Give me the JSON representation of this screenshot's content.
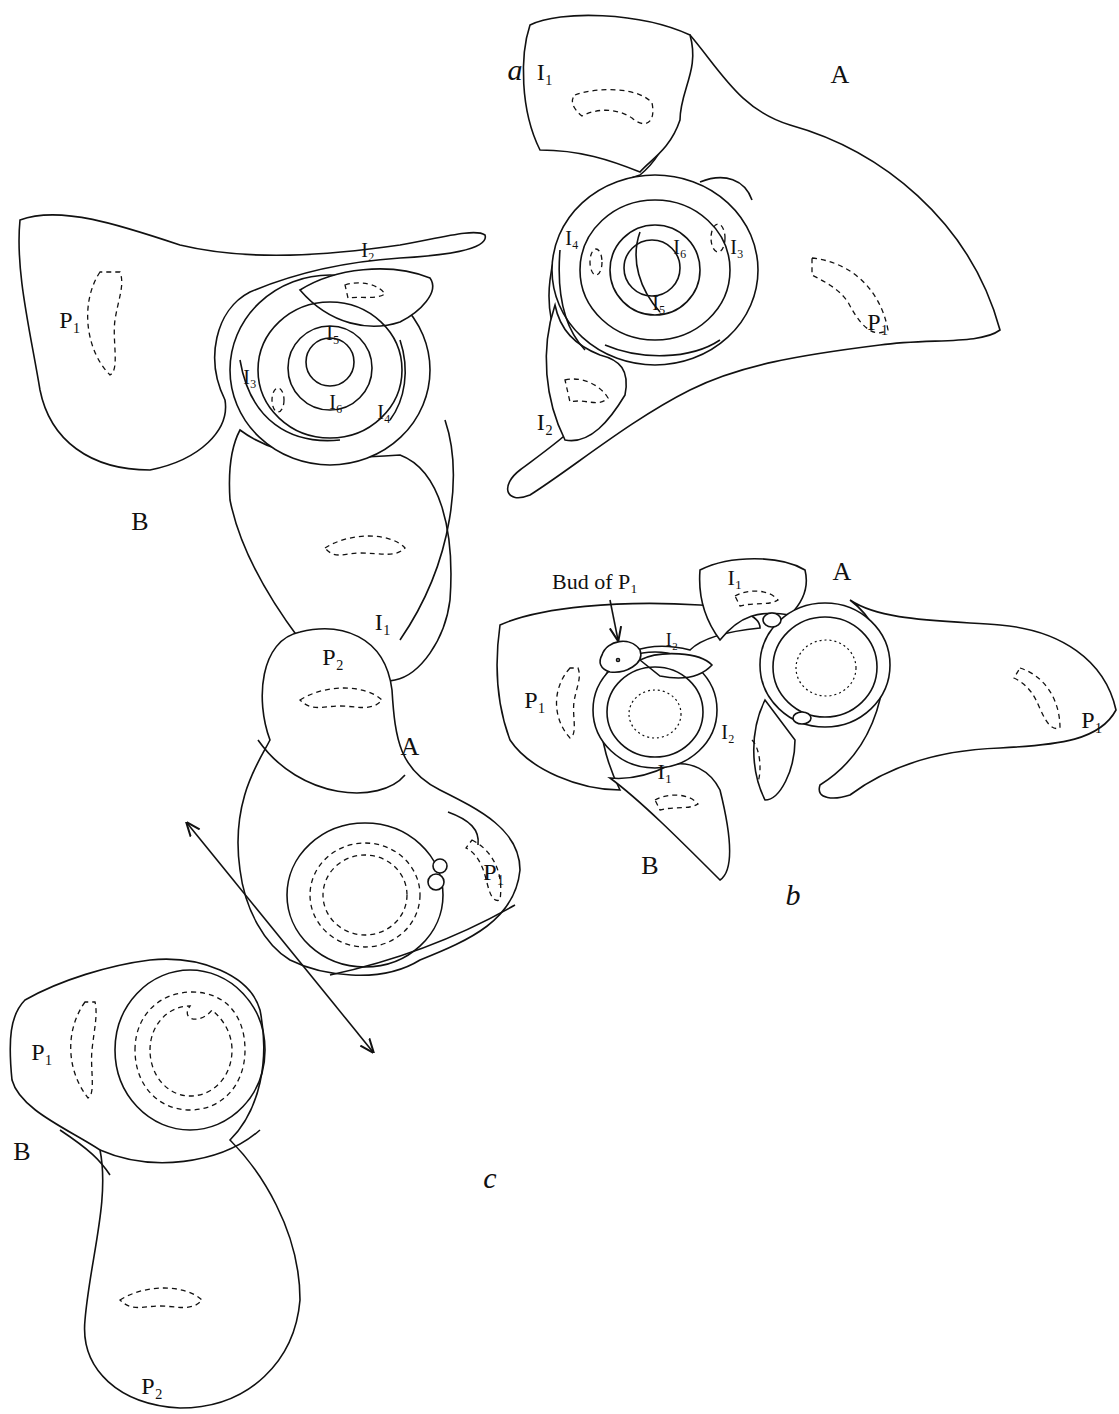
{
  "diagram": {
    "labels": [
      "a",
      "I₁",
      "A",
      "I₄",
      "I₆",
      "I₃",
      "P₁",
      "I₅",
      "I₂",
      "P₁",
      "I₂",
      "I₅",
      "I₃",
      "I₆",
      "I₄",
      "B",
      "I₁",
      "Bud of P₁",
      "I₁",
      "A",
      "I₂",
      "P₁",
      "P₁",
      "I₂",
      "I₁",
      "B",
      "b",
      "P₂",
      "A",
      "P₁",
      "P₁",
      "B",
      "c",
      "P₂"
    ]
  }
}
